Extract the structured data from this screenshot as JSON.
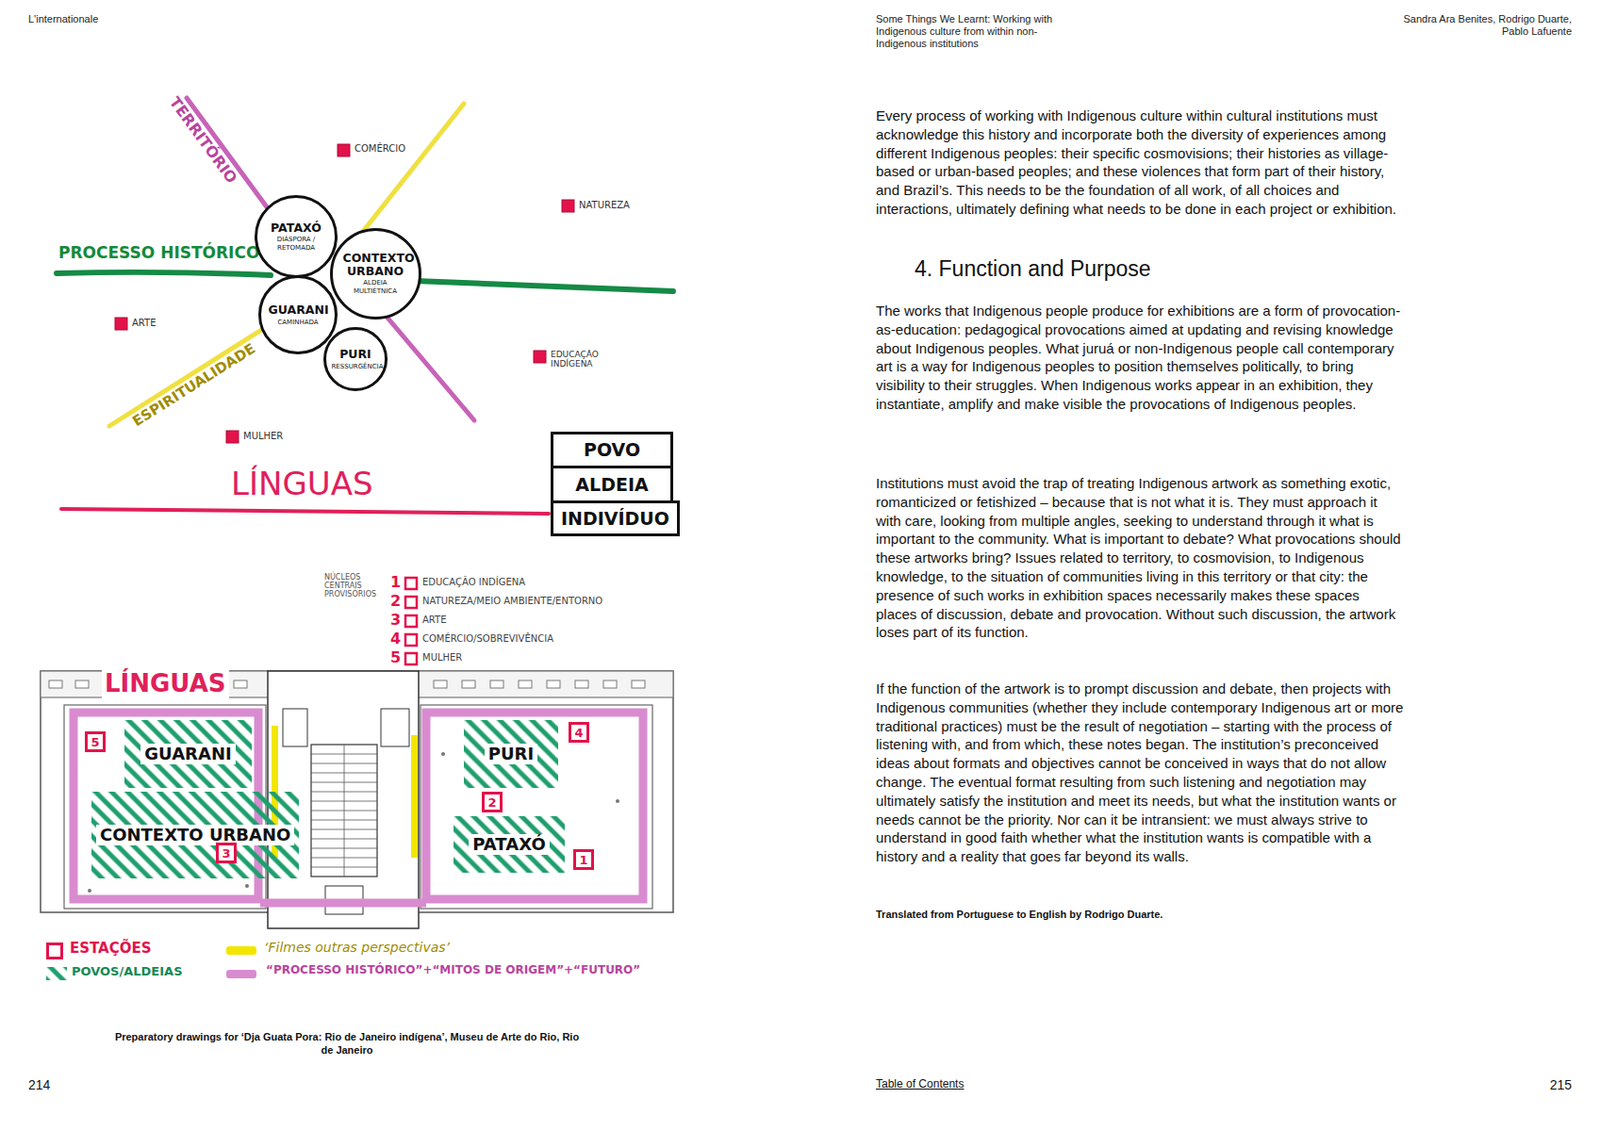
{
  "diagram": {
    "caption": "Preparatory drawings for ‘Dja Guata Pora: Rio de Janeiro indígena’, Museu de Arte do Rio, Rio de Janeiro",
    "nodes": [
      {
        "text": [
          "PATAXÓ",
          "DIÁSPORA / RETOMADA"
        ]
      },
      {
        "text": [
          "CONTEXTO URBANO",
          "ALDEIA MULTIÉTNICA"
        ]
      },
      {
        "text": [
          "GUARANI",
          "CAMINHADA"
        ]
      },
      {
        "text": [
          "PURI",
          "RESSURGÊNCIA"
        ]
      },
      {
        "text": [
          "POVO"
        ]
      },
      {
        "text": [
          "ALDEIA"
        ]
      },
      {
        "text": [
          "INDIVÍDUO"
        ]
      },
      {
        "text": [
          "5"
        ]
      },
      {
        "text": [
          "GUARANI"
        ]
      },
      {
        "text": [
          "CONTEXTO URBANO"
        ]
      },
      {
        "text": [
          "3"
        ]
      },
      {
        "text": [
          "4"
        ]
      },
      {
        "text": [
          "PURI"
        ]
      },
      {
        "text": [
          "2"
        ]
      },
      {
        "text": [
          "PATAXÓ"
        ]
      },
      {
        "text": [
          "1"
        ]
      }
    ],
    "labels": [
      "L'internationale",
      "Some Things We Learnt: Working with Indigenous culture from within non-Indigenous institutions",
      "Sandra Ara Benites, Rodrigo Duarte, Pablo Lafuente",
      "Every process of working with Indigenous culture within cultural institutions must acknowledge this history and incorporate both the diversity of experiences among different Indigenous peoples: their specific cosmovisions; their histories as village-based or urban-based peoples; and these violences that form part of their history, and Brazil’s. This needs to be the foundation of all work, of all choices and interactions, ultimately defining what needs to be done in each project or exhibition.",
      "4. Function and Purpose",
      "The works that Indigenous people produce for exhibitions are a form of provocation-as-education: pedagogical provocations aimed at updating and revising knowledge about Indigenous peoples. What juruá or non-Indigenous people call contemporary art is a way for Indigenous peoples to position themselves politically, to bring visibility to their struggles. When Indigenous works appear in an exhibition, they instantiate, amplify and make visible the provocations of Indigenous peoples.",
      "Institutions must avoid the trap of treating Indigenous artwork as something exotic, romanticized or fetishized – because that is not what it is. They must approach it with care, looking from multiple angles, seeking to understand through it what is important to the community. What is important to debate? What provocations should these artworks bring? Issues related to territory, to cosmovision, to Indigenous knowledge, to the situation of communities living in this territory or that city: the presence of such works in exhibition spaces necessarily makes these spaces places of discussion, debate and provocation. Without such discussion, the artwork loses part of its function.",
      "If the function of the artwork is to prompt discussion and debate, then projects with Indigenous communities (whether they include contemporary Indigenous art or more traditional practices) must be the result of negotiation – starting with the process of listening with, and from which, these notes began. The institution’s preconceived ideas about formats and objectives cannot be conceived in ways that do not allow change. The eventual format resulting from such listening and negotiation may ultimately satisfy the institution and meet its needs, but what the institution wants or needs cannot be the priority. Nor can it be intransient: we must always strive to understand in good faith whether what the institution wants is compatible with a history and a reality that goes far beyond its walls.",
      "Translated from Portuguese to English by Rodrigo Duarte.",
      "TERRITÓRIO",
      "COMÉRCIO",
      "NATUREZA",
      "PROCESSO HISTÓRICO",
      "ARTE",
      "EDUCAÇÃO INDÍGENA",
      "ESPIRITUALIDADE",
      "MULHER",
      "LÍNGUAS",
      "NÚCLEOS CENTRAIS PROVISÓRIOS",
      "1",
      "EDUCAÇÃO INDÍGENA",
      "2",
      "NATUREZA/MEIO AMBIENTE/ENTORNO",
      "3",
      "ARTE",
      "4",
      "COMÉRCIO/SOBREVIVÊNCIA",
      "5",
      "MULHER",
      "LÍNGUAS",
      "214",
      "Table of Contents",
      "215"
    ],
    "legend": [
      {
        "text": "ESTAÇÕES"
      },
      {
        "text": "POVOS/ALDEIAS"
      },
      {
        "text": "‘Filmes outras perspectivas’",
        "color": "#f2e600"
      },
      {
        "text": "“PROCESSO HISTÓRICO”+“MITOS DE ORIGEM”+“FUTURO”",
        "color": "#d98bd0"
      }
    ]
  }
}
